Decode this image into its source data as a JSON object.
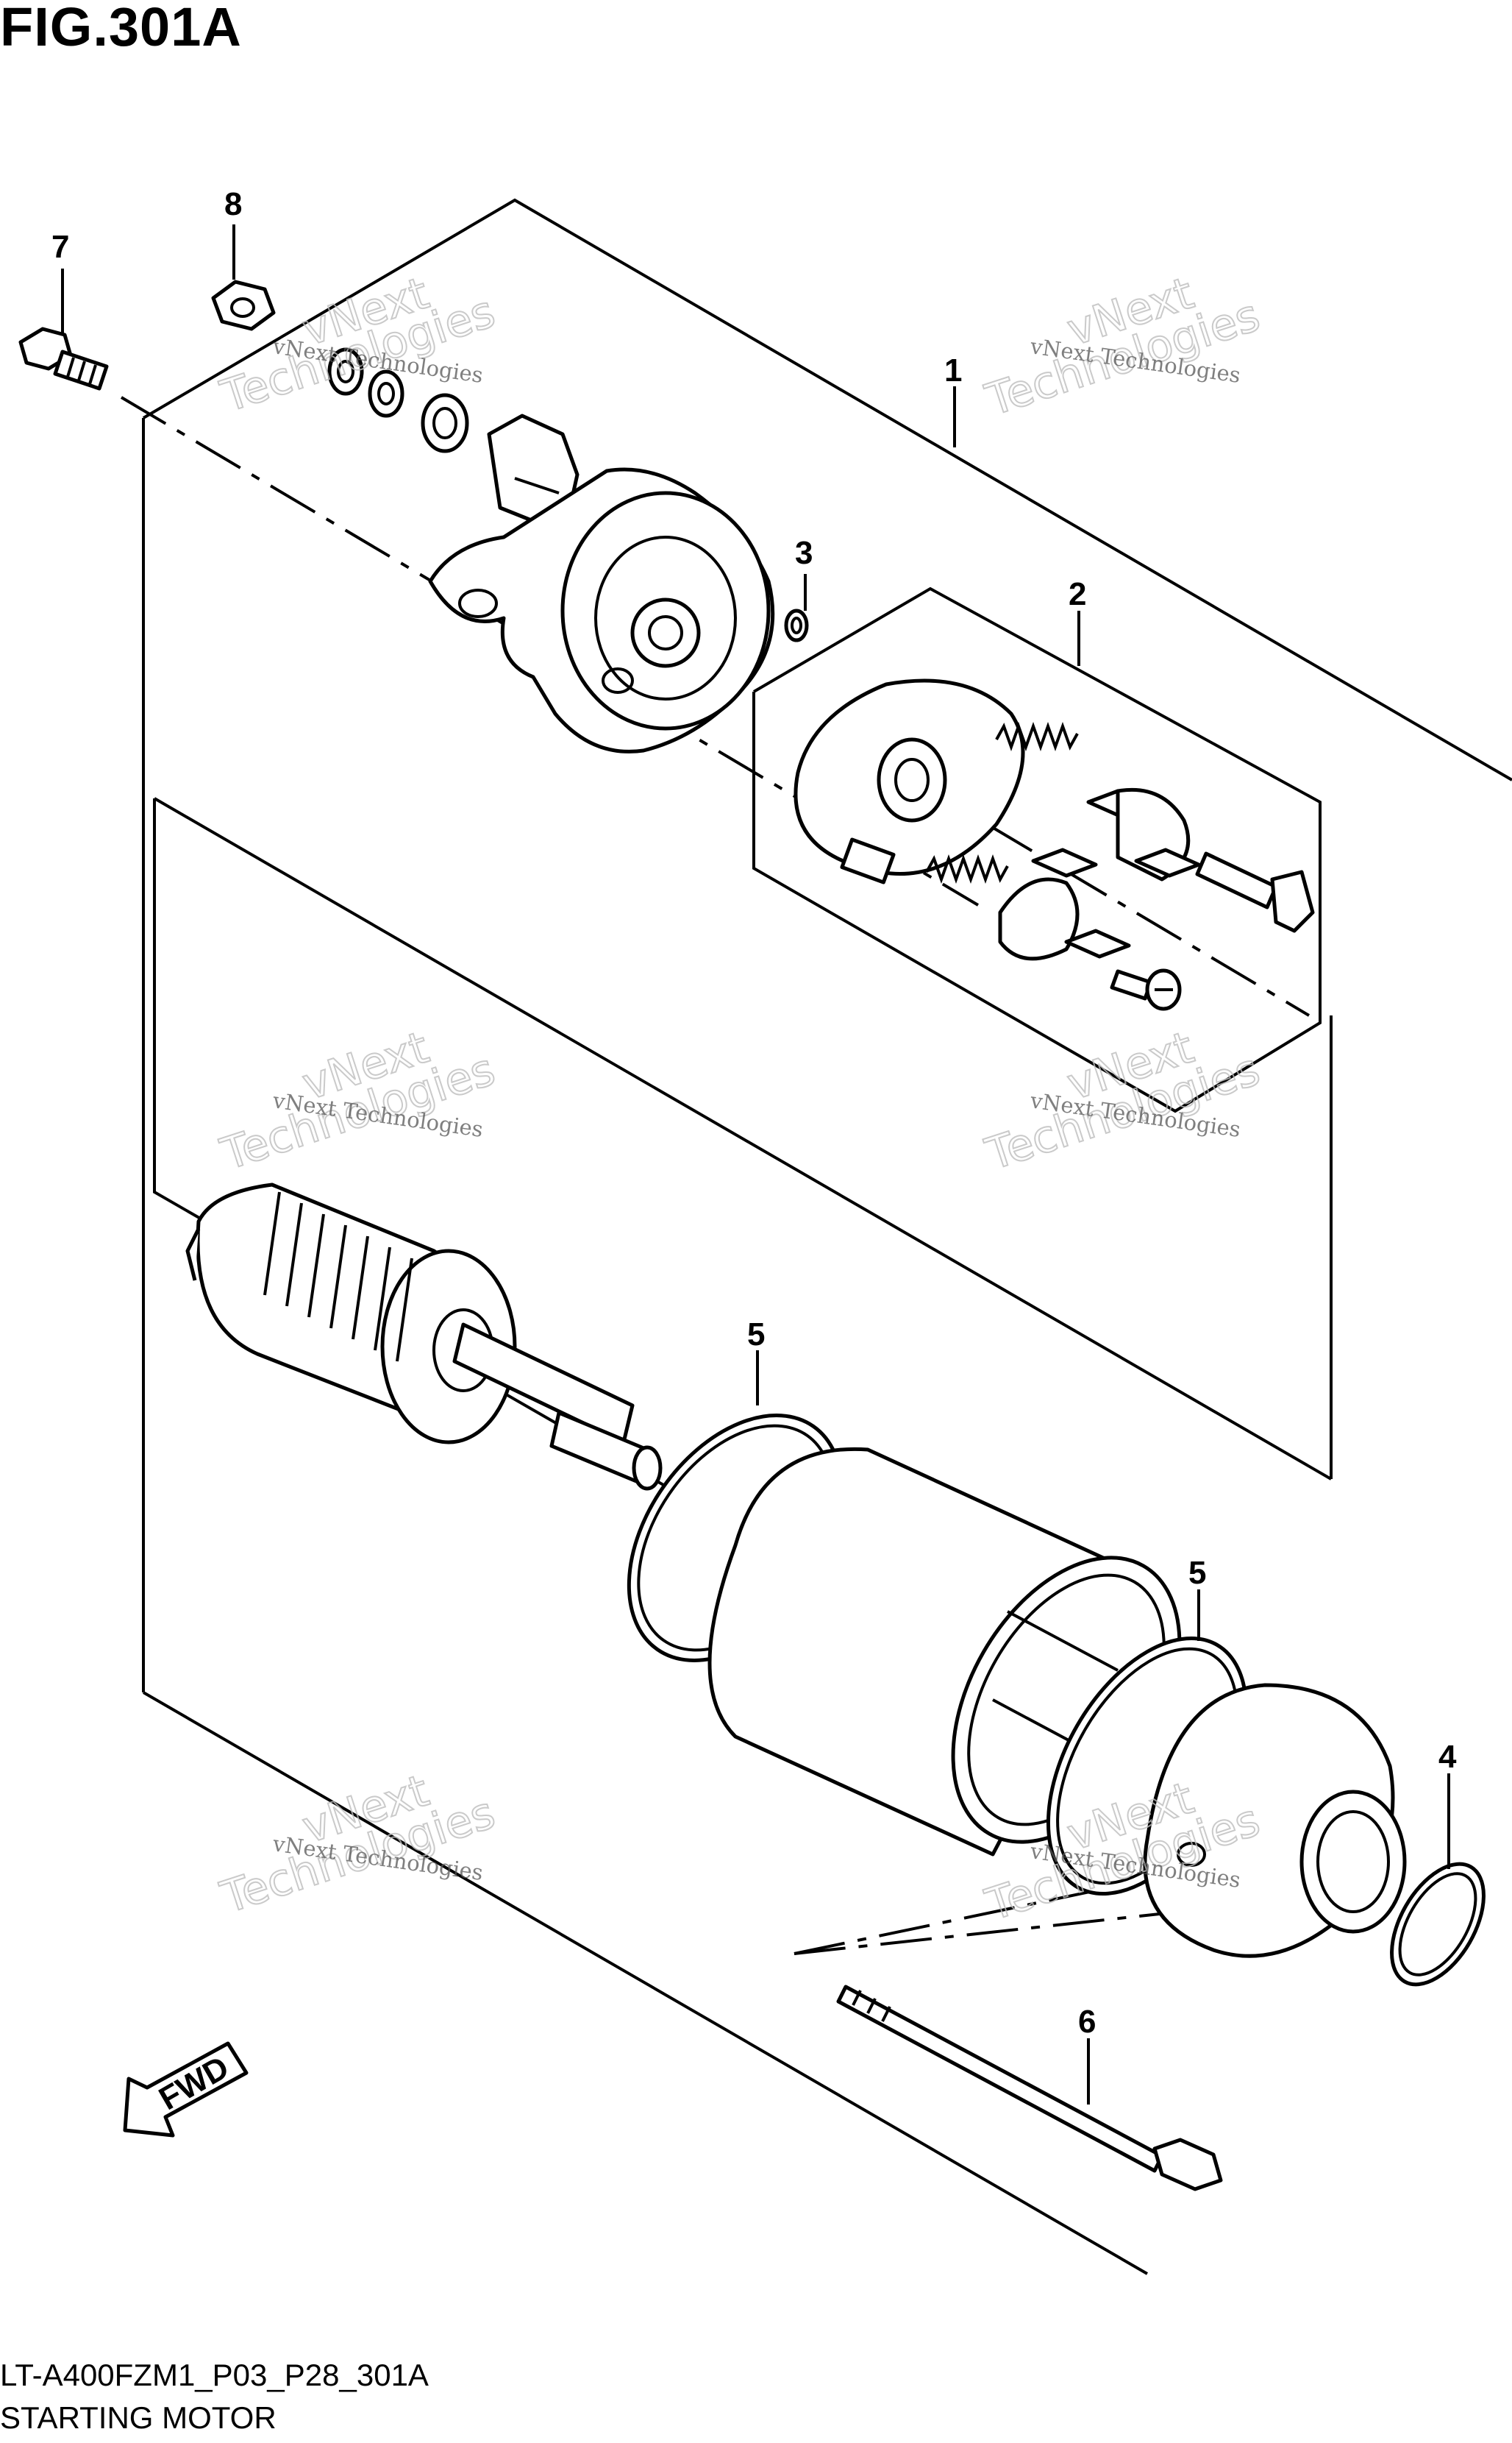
{
  "figure": {
    "title": "FIG.301A",
    "code": "LT-A400FZM1_P03_P28_301A",
    "name": "STARTING MOTOR"
  },
  "callouts": [
    "1",
    "2",
    "3",
    "4",
    "5",
    "5",
    "6",
    "7",
    "8"
  ],
  "watermark": {
    "line1": "vNext Technologies",
    "line2": "vNext",
    "line3": "Technologies"
  },
  "fwd_label": "FWD"
}
